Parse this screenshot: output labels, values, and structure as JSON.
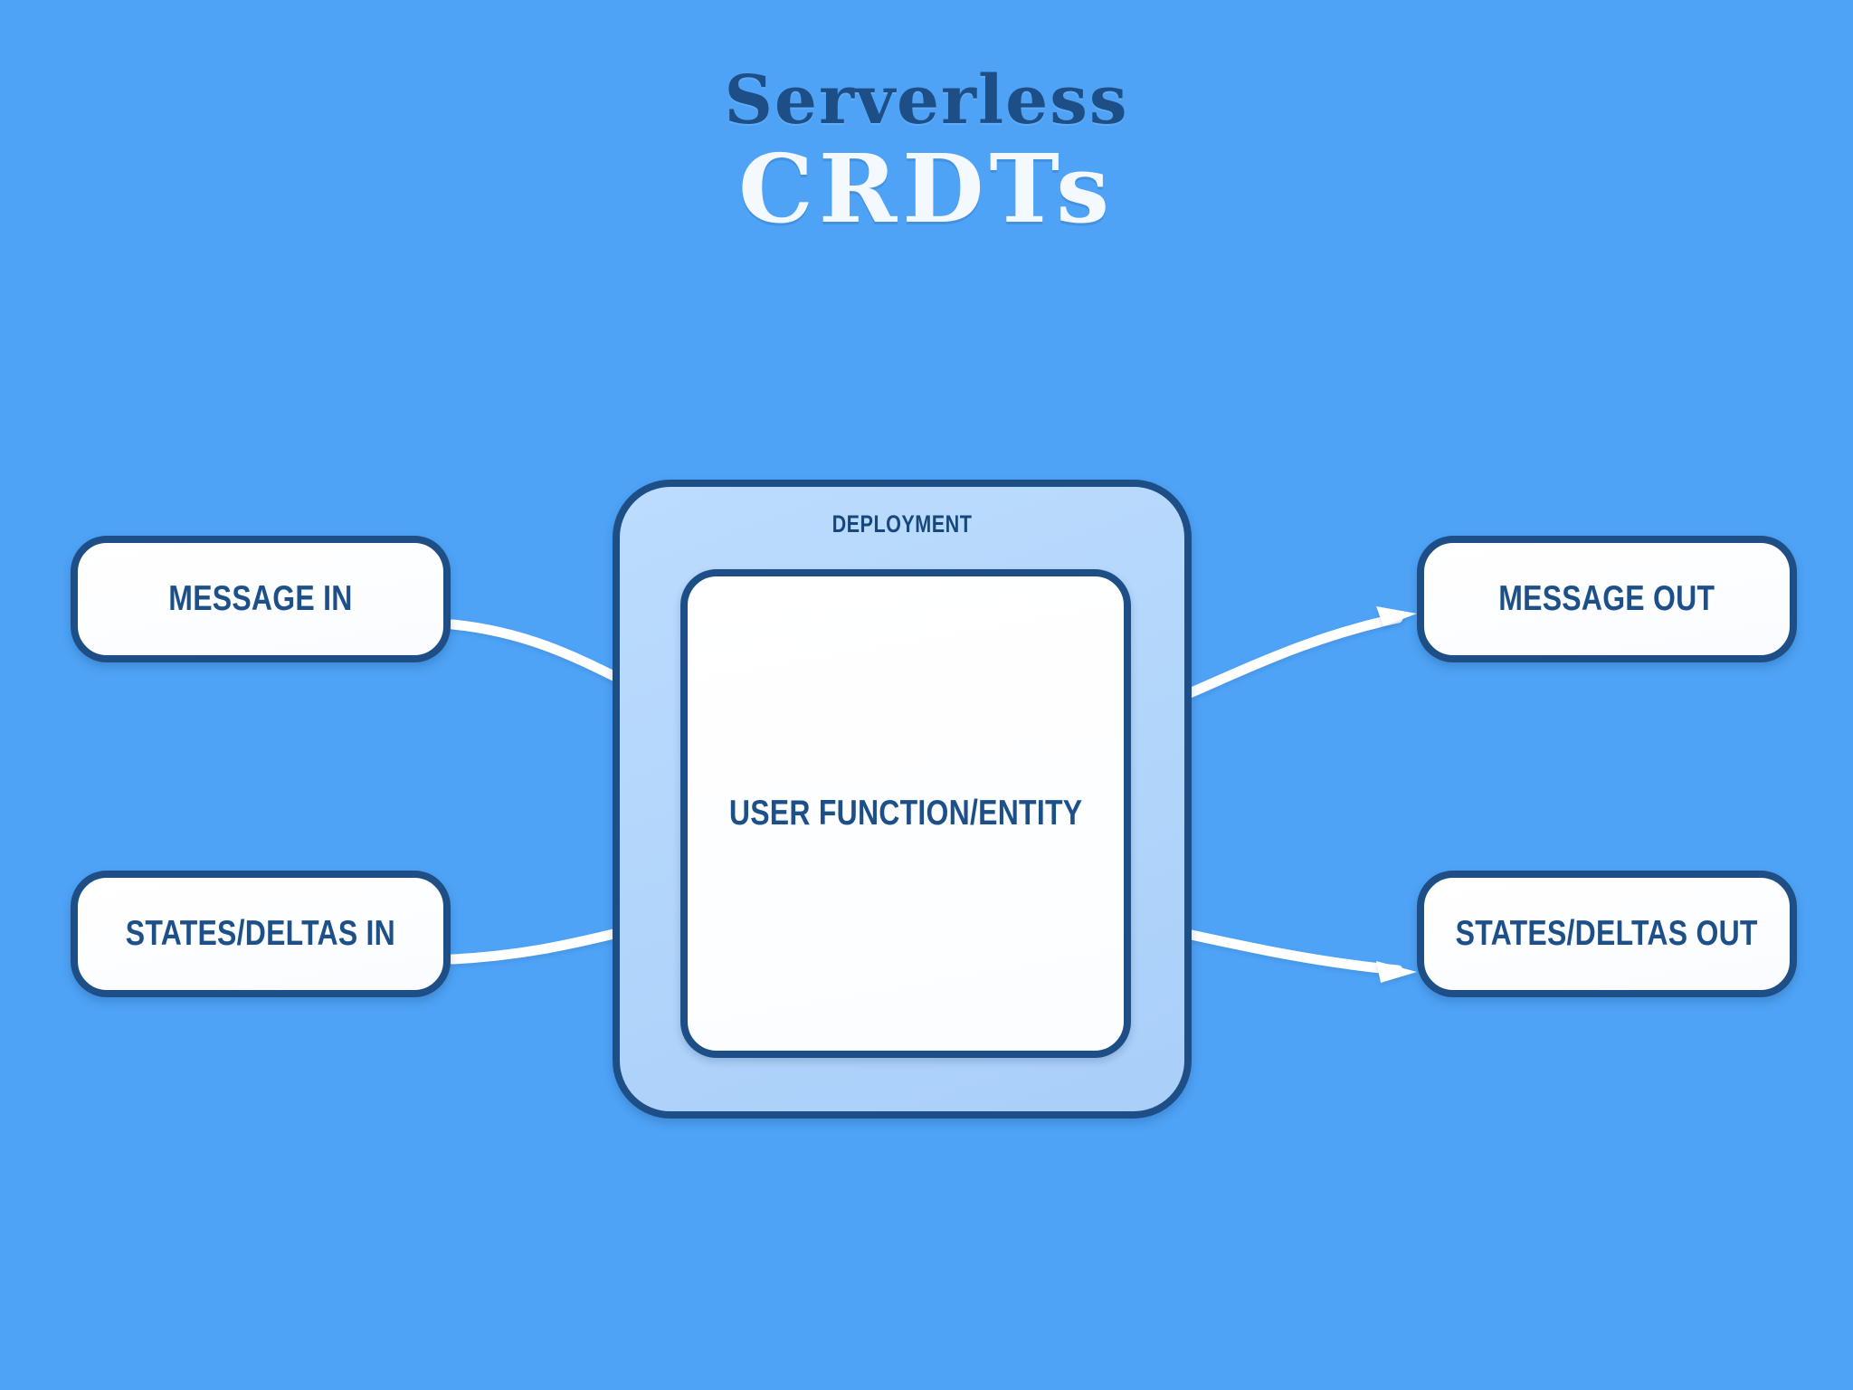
{
  "title": {
    "line1": "Serverless",
    "line2": "CRDTs"
  },
  "deployment": {
    "label": "DEPLOYMENT",
    "inner_label": "USER FUNCTION/ENTITY"
  },
  "nodes": {
    "message_in": "MESSAGE IN",
    "states_in": "STATES/DELTAS IN",
    "message_out": "MESSAGE OUT",
    "states_out": "STATES/DELTAS OUT"
  },
  "colors": {
    "background": "#4ea3f7",
    "navy": "#1d5089",
    "deployment_fill": "#b5d7fb",
    "node_fill": "#ffffff",
    "arrow": "#ffffff",
    "title_dark": "#1d4f86",
    "title_light": "#f4f9ff"
  },
  "arrows": [
    {
      "name": "message-in-to-function",
      "from": "message_in",
      "to": "user_function"
    },
    {
      "name": "states-in-to-function",
      "from": "states_in",
      "to": "user_function"
    },
    {
      "name": "function-to-message-out",
      "from": "user_function",
      "to": "message_out"
    },
    {
      "name": "function-to-states-out",
      "from": "user_function",
      "to": "states_out"
    }
  ]
}
